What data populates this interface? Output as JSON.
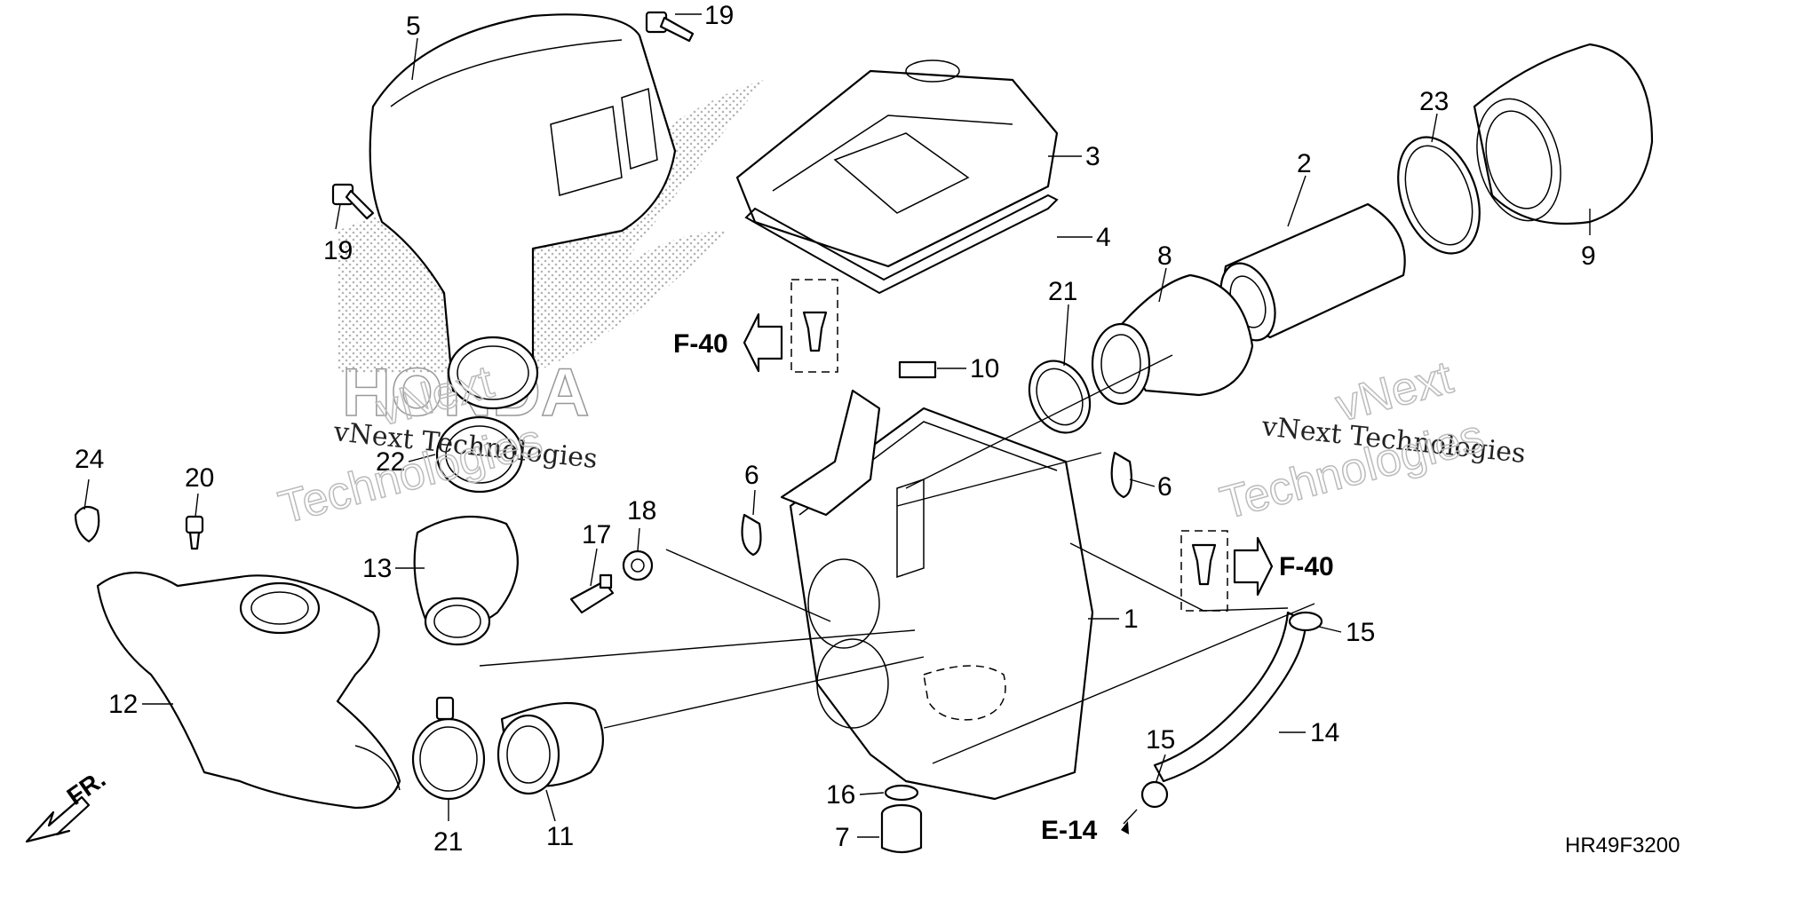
{
  "callouts": [
    {
      "id": "c5",
      "text": "5"
    },
    {
      "id": "c19a",
      "text": "19"
    },
    {
      "id": "c19b",
      "text": "19"
    },
    {
      "id": "c3",
      "text": "3"
    },
    {
      "id": "c4",
      "text": "4"
    },
    {
      "id": "c23",
      "text": "23"
    },
    {
      "id": "c2",
      "text": "2"
    },
    {
      "id": "c9",
      "text": "9"
    },
    {
      "id": "c8",
      "text": "8"
    },
    {
      "id": "c21a",
      "text": "21"
    },
    {
      "id": "c10",
      "text": "10"
    },
    {
      "id": "c22",
      "text": "22"
    },
    {
      "id": "c24",
      "text": "24"
    },
    {
      "id": "c20",
      "text": "20"
    },
    {
      "id": "c6a",
      "text": "6"
    },
    {
      "id": "c6b",
      "text": "6"
    },
    {
      "id": "c18",
      "text": "18"
    },
    {
      "id": "c17",
      "text": "17"
    },
    {
      "id": "c13",
      "text": "13"
    },
    {
      "id": "c1",
      "text": "1"
    },
    {
      "id": "c15a",
      "text": "15"
    },
    {
      "id": "c15b",
      "text": "15"
    },
    {
      "id": "c14",
      "text": "14"
    },
    {
      "id": "c12",
      "text": "12"
    },
    {
      "id": "c21b",
      "text": "21"
    },
    {
      "id": "c11",
      "text": "11"
    },
    {
      "id": "c16",
      "text": "16"
    },
    {
      "id": "c7",
      "text": "7"
    }
  ],
  "references": {
    "f40_left": "F-40",
    "f40_right": "F-40",
    "e14": "E-14",
    "front": "FR."
  },
  "diagram_code": "HR49F3200",
  "watermarks": {
    "left_line1": "vNext Technologies",
    "left_outline": "Technologies",
    "left_outline_top": "vNext",
    "right_line1": "vNext Technologies",
    "right_outline": "Technologies",
    "right_outline_top": "vNext",
    "brand_bg": "HONDA"
  }
}
